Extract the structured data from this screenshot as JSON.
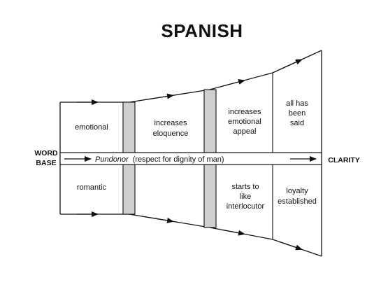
{
  "title": "SPANISH",
  "left_label": [
    "WORD",
    "BASE"
  ],
  "right_label": "CLARITY",
  "axis": {
    "term": "Pundonor",
    "gloss": "(respect for dignity of man)"
  },
  "top_cells": [
    [
      "emotional"
    ],
    [
      "increases",
      "eloquence"
    ],
    [
      "increases",
      "emotional",
      "appeal"
    ],
    [
      "all has",
      "been",
      "said"
    ]
  ],
  "bottom_cells": [
    [
      "romantic"
    ],
    [
      "starts to",
      "like",
      "interlocutor"
    ],
    [
      "loyalty",
      "established"
    ]
  ],
  "colors": {
    "line": "#111111",
    "separator": "#cfcfcf"
  }
}
